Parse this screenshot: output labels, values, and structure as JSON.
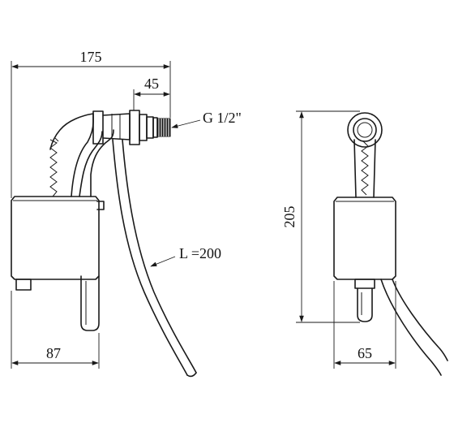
{
  "dimensions": {
    "overall_width": "175",
    "inlet_offset": "45",
    "thread": "G 1/2\"",
    "hose_length": "L =200",
    "height": "205",
    "side_base_width": "87",
    "front_base_width": "65"
  },
  "colors": {
    "line": "#1a1a1a",
    "background": "#ffffff"
  }
}
